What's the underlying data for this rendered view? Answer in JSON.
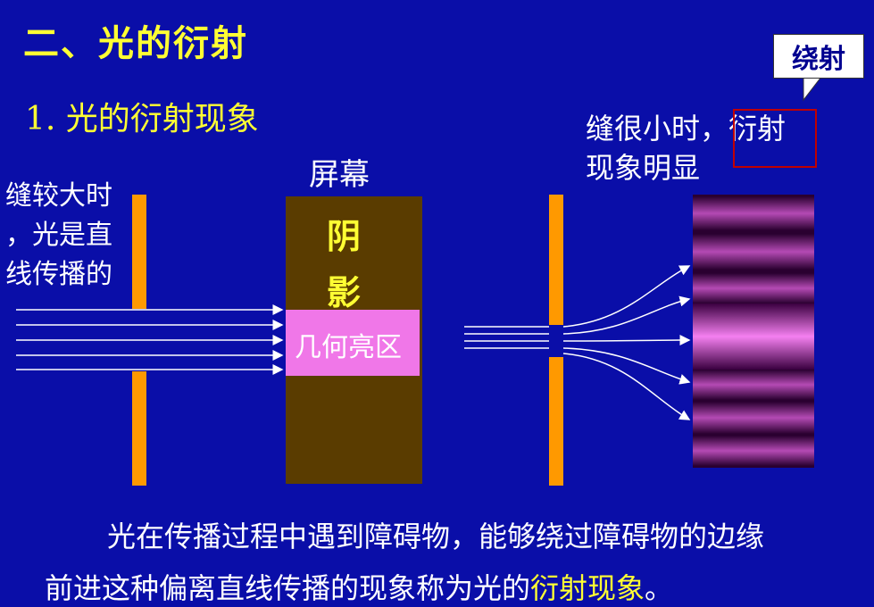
{
  "slide": {
    "title": "二、光的衍射",
    "subtitle": "1.  光的衍射现象",
    "callout": "绕射",
    "left_note_lines": [
      "缝较大时",
      "，光是直",
      "线传播的"
    ],
    "screen_label": "屏幕",
    "shadow_chars": [
      "阴",
      "影"
    ],
    "bright_zone_label": "几何亮区",
    "right_note_lines": [
      "缝很小时，衍射",
      "现象明显"
    ],
    "caption": {
      "line1": "光在传播过程中遇到障碍物，能够绕过障碍物的边缘",
      "line2_prefix": "前进这种偏离直线传播的现象称为光的",
      "line2_highlight": "衍射现象",
      "line2_suffix": "。"
    }
  },
  "colors": {
    "background": "#0a0ea8",
    "title": "#ffff33",
    "text": "#ffffff",
    "slit_barrier": "#ff9900",
    "screen": "#5a3c00",
    "bright_zone": "#f077e8",
    "fringe_bright": "#e070e0",
    "fringe_dark": "#2a0030",
    "callout_border": "#c00000"
  }
}
